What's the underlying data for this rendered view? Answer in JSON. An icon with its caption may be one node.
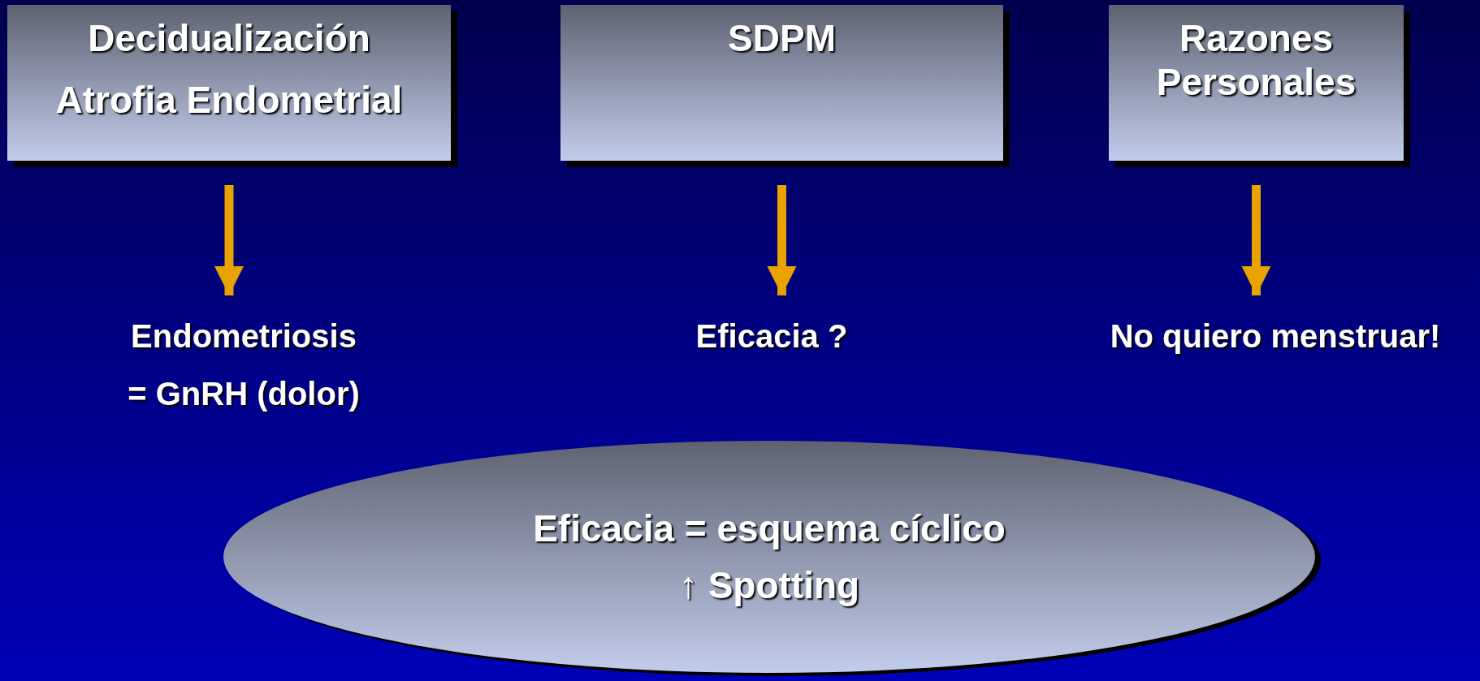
{
  "diagram": {
    "nodes": [
      {
        "text": [
          "Decidualización",
          "Atrofia Endometrial"
        ]
      },
      {
        "text": [
          "SDPM"
        ]
      },
      {
        "text": [
          "Razones Personales"
        ]
      },
      {
        "text": [
          "Endometriosis",
          "= GnRH (dolor)"
        ]
      },
      {
        "text": [
          "Eficacia ?"
        ]
      },
      {
        "text": [
          "No quiero menstruar!"
        ]
      },
      {
        "text": [
          "Eficacia = esquema cíclico",
          "↑ Spotting"
        ]
      }
    ],
    "edges": [
      {
        "from": 0,
        "to": 3,
        "arrow": "to",
        "color": "#e8a300"
      },
      {
        "from": 1,
        "to": 4,
        "arrow": "to",
        "color": "#e8a300"
      },
      {
        "from": 2,
        "to": 5,
        "arrow": "to",
        "color": "#e8a300"
      }
    ]
  }
}
